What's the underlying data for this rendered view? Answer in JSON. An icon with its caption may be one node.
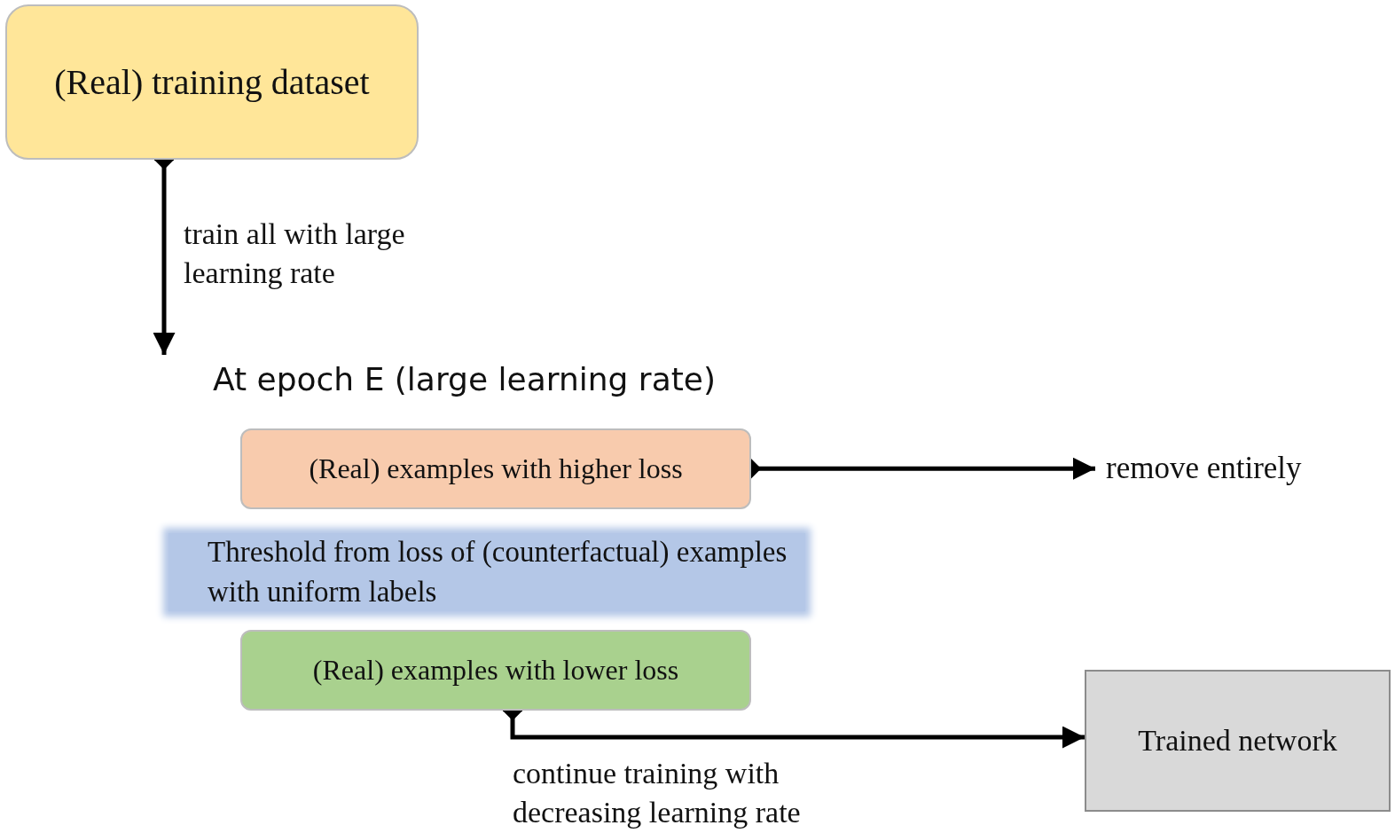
{
  "diagram": {
    "nodes": [
      {
        "text": [
          "(Real) training dataset"
        ]
      },
      {
        "text": [
          "At epoch E (large learning rate)"
        ]
      },
      {
        "text": [
          "(Real) examples with higher loss"
        ]
      },
      {
        "text": [
          "remove entirely"
        ]
      },
      {
        "text": [
          "Threshold from loss of (counterfactual) examples with uniform labels"
        ]
      },
      {
        "text": [
          "(Real) examples with lower loss"
        ]
      },
      {
        "text": [
          "Trained network"
        ]
      }
    ],
    "edges": [
      {
        "from": 0,
        "to": 1,
        "arrow": "to",
        "label": "train all with large learning rate"
      },
      {
        "from": 2,
        "to": 3,
        "arrow": "to"
      },
      {
        "from": 5,
        "to": 6,
        "arrow": "to",
        "label": "continue training with decreasing learning rate"
      }
    ]
  }
}
